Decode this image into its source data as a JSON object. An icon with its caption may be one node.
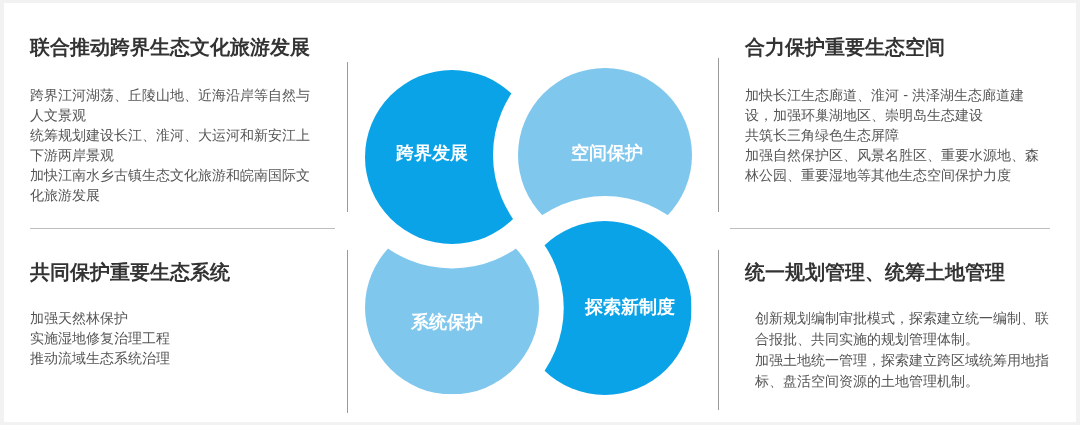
{
  "diagram": {
    "nodes": [
      {
        "text": [
          "跨界发展"
        ]
      },
      {
        "text": [
          "空间保护"
        ]
      },
      {
        "text": [
          "系统保护"
        ]
      },
      {
        "text": [
          "探索新制度"
        ]
      }
    ],
    "labels": [
      "联合推动跨界生态文化旅游发展",
      "跨界江河湖荡、丘陵山地、近海沿岸等自然与人文景观",
      "统筹规划建设长江、淮河、大运河和新安江上下游两岸景观",
      "加快江南水乡古镇生态文化旅游和皖南国际文化旅游发展",
      "合力保护重要生态空间",
      "加快长江生态廊道、淮河 - 洪泽湖生态廊道建设，加强环巢湖地区、崇明岛生态建设",
      "共筑长三角绿色生态屏障",
      "加强自然保护区、风景名胜区、重要水源地、森林公园、重要湿地等其他生态空间保护力度",
      "共同保护重要生态系统",
      "加强天然林保护",
      "实施湿地修复治理工程",
      "推动流域生态系统治理",
      "统一规划管理、统筹土地管理",
      "创新规划编制审批模式，探索建立统一编制、联合报批、共同实施的规划管理体制。",
      "加强土地统一管理，探索建立跨区域统筹用地指标、盘活空间资源的土地管理机制。"
    ]
  }
}
